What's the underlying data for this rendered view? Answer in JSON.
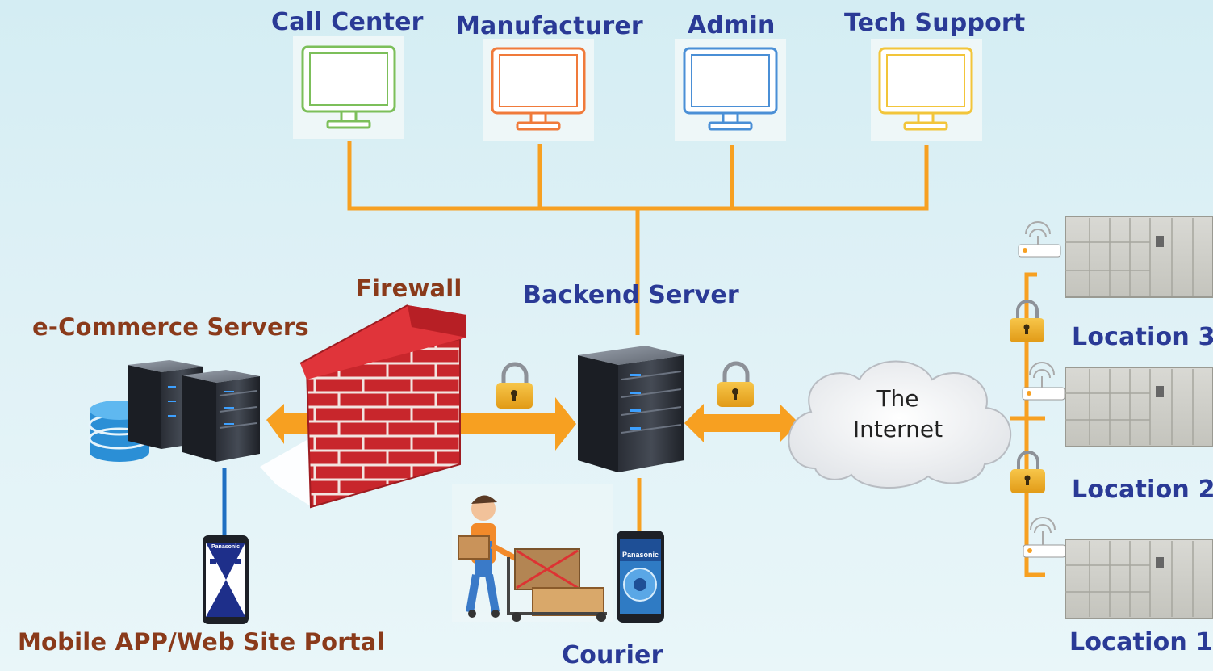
{
  "workstations": {
    "call_center": {
      "label": "Call Center",
      "color": "#7cbf5a"
    },
    "manufacturer": {
      "label": "Manufacturer",
      "color": "#f07a3a"
    },
    "admin": {
      "label": "Admin",
      "color": "#4a8fd6"
    },
    "tech_support": {
      "label": "Tech Support",
      "color": "#f2c53a"
    }
  },
  "nodes": {
    "firewall": "Firewall",
    "backend_server": "Backend Server",
    "ecommerce_servers": "e-Commerce Servers",
    "internet_line1": "The",
    "internet_line2": "Internet",
    "mobile_portal": "Mobile APP/Web Site Portal",
    "courier": "Courier"
  },
  "locations": [
    "Location 3",
    "Location 2",
    "Location 1"
  ],
  "phone_brand": "Panasonic",
  "colors": {
    "link_orange": "#f7a021",
    "label_blue": "#2a3a96",
    "label_brown": "#8a3a1a",
    "firewall_red": "#c8262c",
    "lock_gold": "#f2b02a"
  }
}
